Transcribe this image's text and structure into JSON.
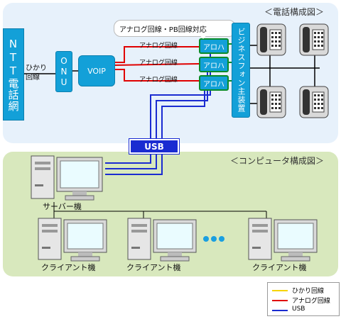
{
  "phone_panel": {
    "title": "＜電話構成図＞"
  },
  "pc_panel": {
    "title": "＜コンピュータ構成図＞"
  },
  "nodes": {
    "ntt": "NTT電話網",
    "hikari_label": "ひかり回線",
    "onu": "ONU",
    "voip": "VOIP",
    "aroha": [
      "アロハ",
      "アロハ",
      "アロハ"
    ],
    "analog_lines": [
      "アナログ回線",
      "アナログ回線",
      "アナログ回線"
    ],
    "business_phone": "ビジネスフォン主装置",
    "callout": "アナログ回線・PB回線対応",
    "usb": "USB",
    "server_label": "サーバー機",
    "client_labels": [
      "クライアント機",
      "クライアント機",
      "クライアント機"
    ]
  },
  "legend": {
    "items": [
      {
        "label": "ひかり回線",
        "color": "#f6d400"
      },
      {
        "label": "アナログ回線",
        "color": "#e00000"
      },
      {
        "label": "USB",
        "color": "#1a2bd1"
      }
    ]
  }
}
